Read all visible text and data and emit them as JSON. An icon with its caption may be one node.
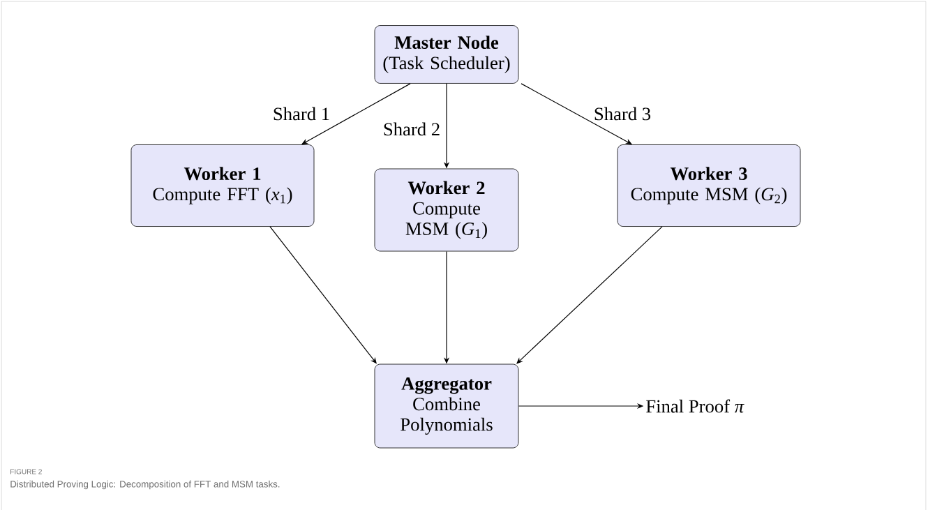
{
  "diagram": {
    "caption": "Distributed Proving Logic: Decomposition of FFT and MSM tasks.",
    "nodes": [
      {
        "text": [
          "Master Node",
          "(Task Scheduler)"
        ]
      },
      {
        "text": [
          "Worker 1",
          "Compute FFT (*x*$_{1}$)"
        ]
      },
      {
        "text": [
          "Worker 2",
          "Compute MSM (*G*$_{1}$)"
        ]
      },
      {
        "text": [
          "Worker 3",
          "Compute MSM (*G*$_{2}$)"
        ]
      },
      {
        "text": [
          "Aggregator",
          "Combine Polynomials"
        ]
      },
      {
        "text": [
          "Final Proof *π*"
        ]
      }
    ],
    "edges": [
      {
        "from": 0,
        "to": 1,
        "arrow": "to",
        "label": "Shard 1"
      },
      {
        "from": 0,
        "to": 2,
        "arrow": "to",
        "label": "Shard 2"
      },
      {
        "from": 0,
        "to": 3,
        "arrow": "to",
        "label": "Shard 3"
      },
      {
        "from": 1,
        "to": 4,
        "arrow": "to"
      },
      {
        "from": 2,
        "to": 4,
        "arrow": "to"
      },
      {
        "from": 3,
        "to": 4,
        "arrow": "to"
      },
      {
        "from": 4,
        "to": 5,
        "arrow": "to"
      }
    ],
    "labels": [
      "FIGURE 2"
    ]
  }
}
